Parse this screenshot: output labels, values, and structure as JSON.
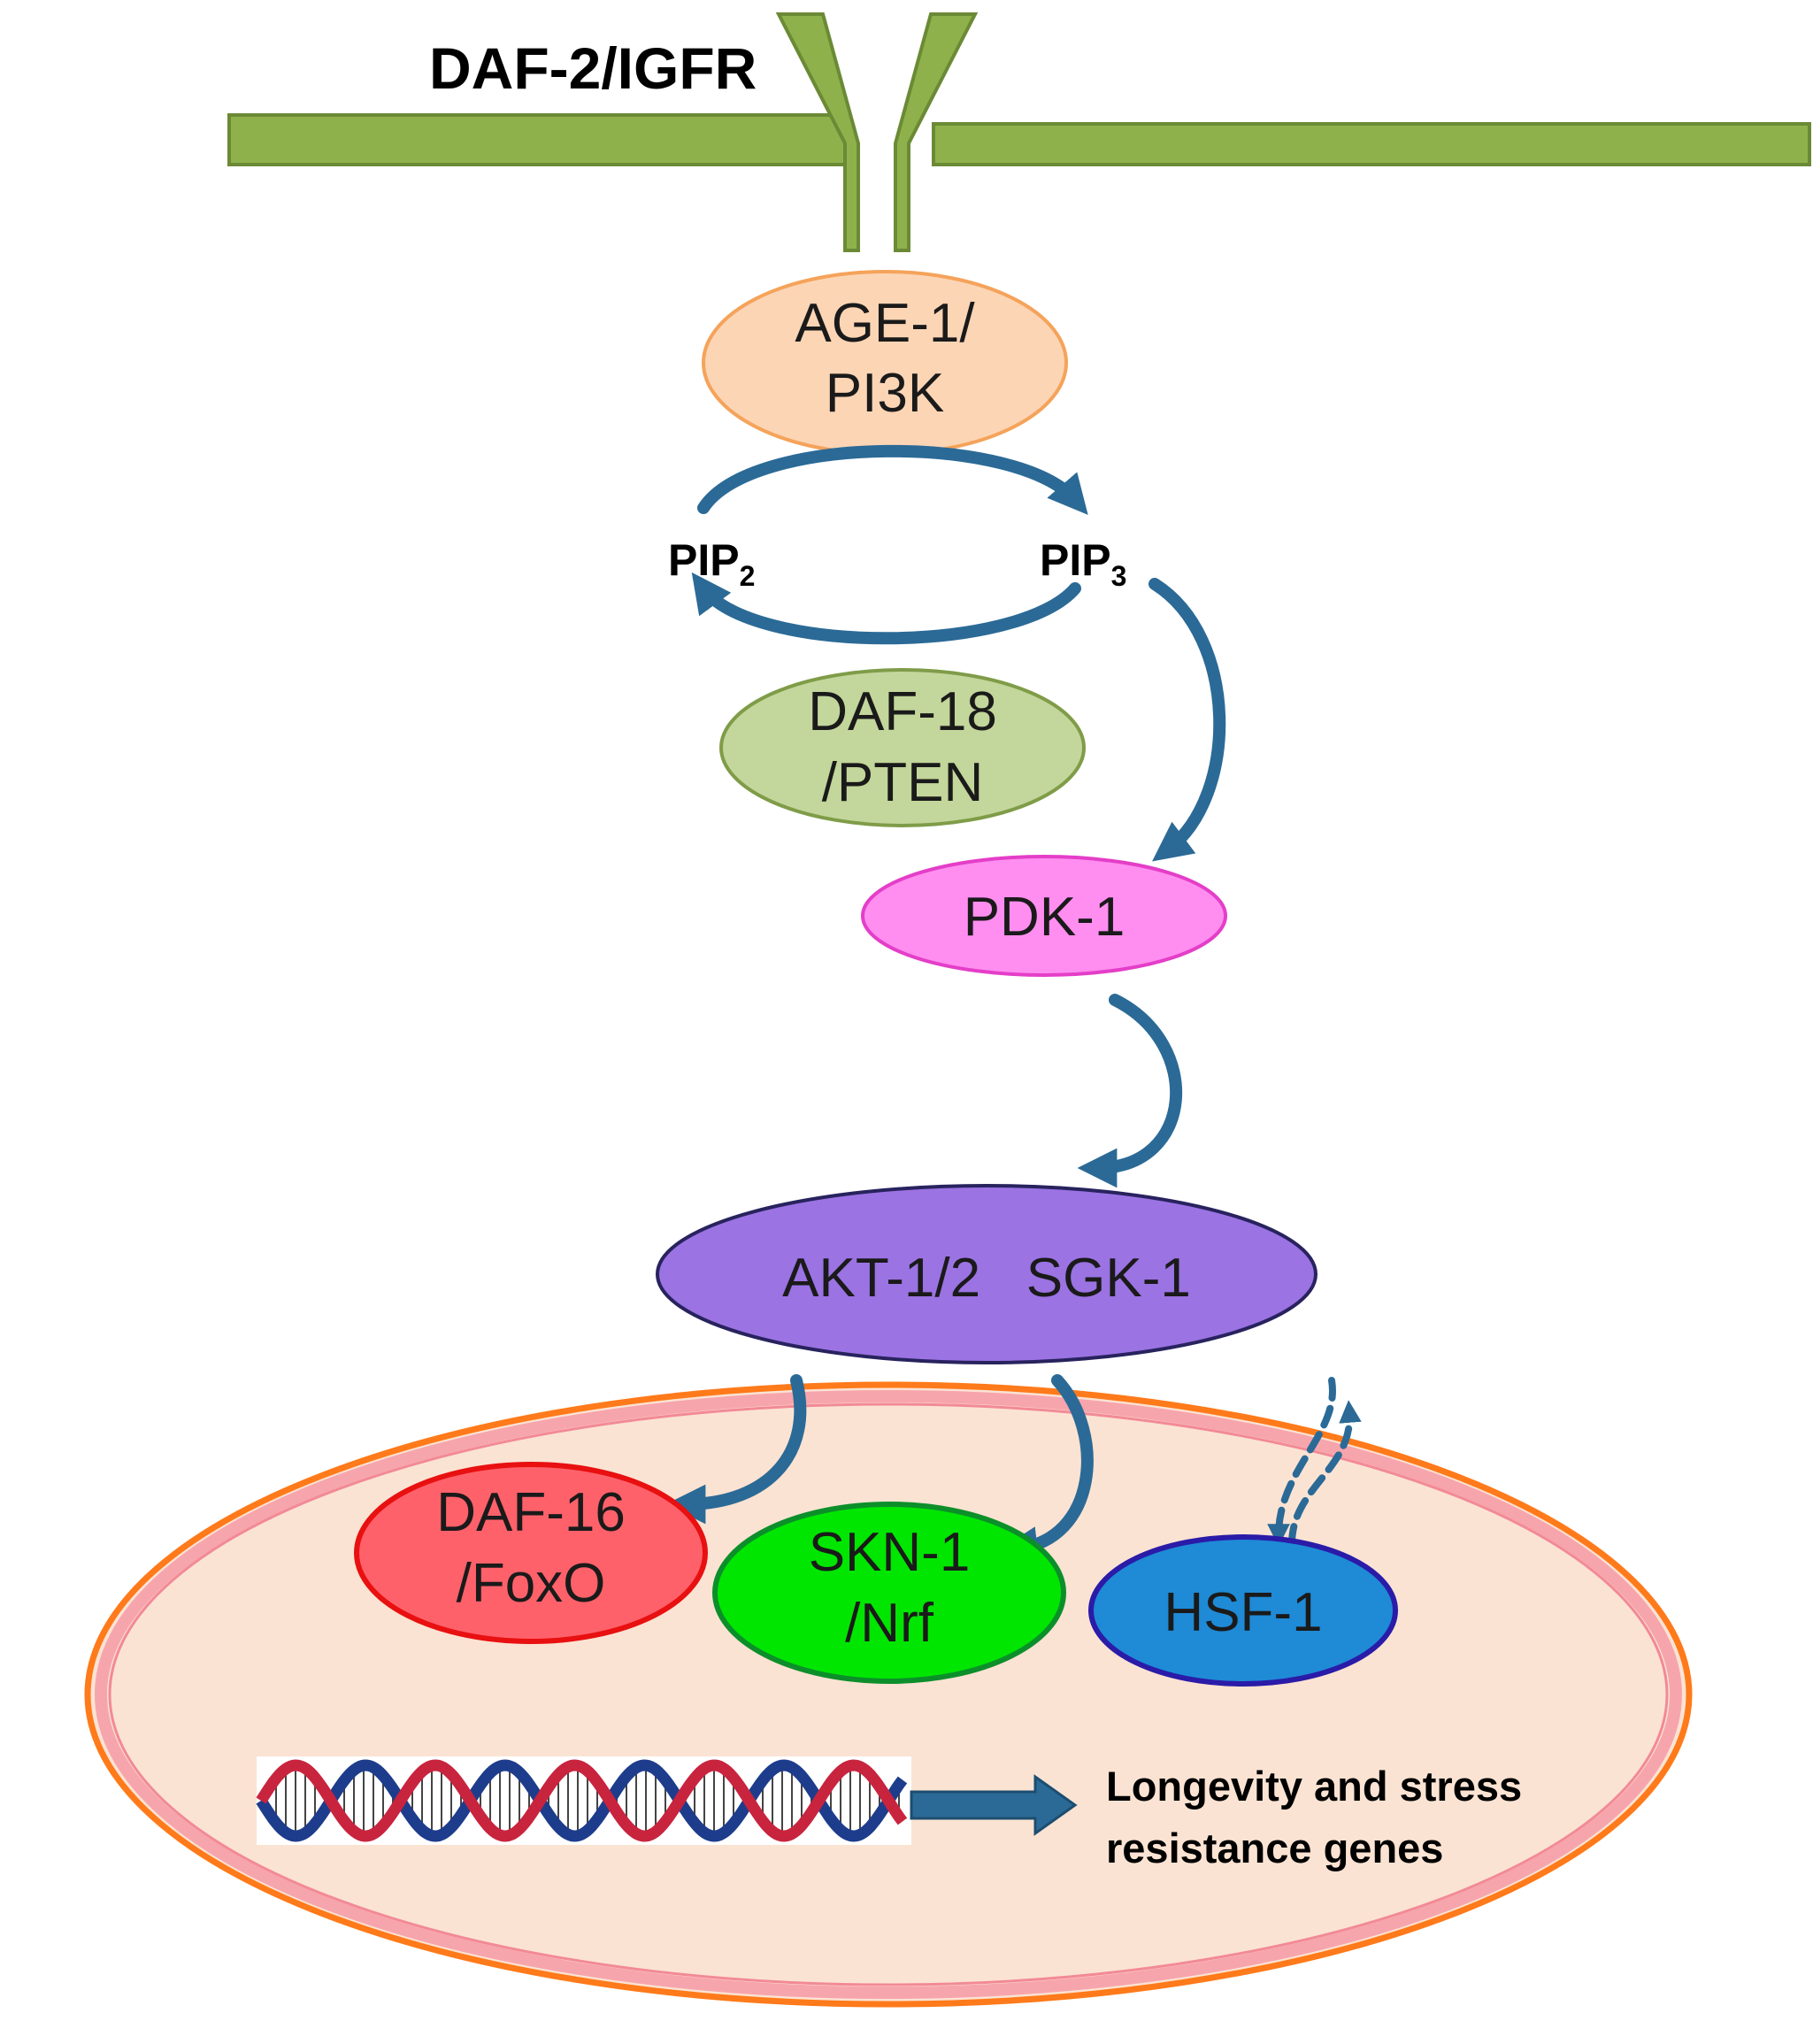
{
  "receptor": {
    "label": "DAF-2/IGFR"
  },
  "nodes": {
    "age1": {
      "line1": "AGE-1/",
      "line2": "PI3K"
    },
    "daf18": {
      "line1": "DAF-18",
      "line2": "/PTEN"
    },
    "pdk1": {
      "label": "PDK-1"
    },
    "akt": {
      "label": "AKT-1/2   SGK-1"
    },
    "daf16": {
      "line1": "DAF-16",
      "line2": "/FoxO"
    },
    "skn1": {
      "line1": "SKN-1",
      "line2": "/Nrf"
    },
    "hsf1": {
      "label": "HSF-1"
    }
  },
  "lipids": {
    "pip2": {
      "base": "PIP",
      "sub": "2"
    },
    "pip3": {
      "base": "PIP",
      "sub": "3"
    }
  },
  "output": {
    "line1": "Longevity and stress",
    "line2": "resistance genes"
  },
  "colors": {
    "membrane": "#8fb14c",
    "arrow": "#2b6a96",
    "age1_fill": "#fcd5b5",
    "daf18_fill": "#c3d69b",
    "pdk1_fill": "#ff8ef0",
    "akt_fill": "#9b73e3",
    "daf16_fill": "#ff616a",
    "skn1_fill": "#00e600",
    "hsf1_fill": "#1f8ad6",
    "nucleus_fill": "#fbe3d3",
    "nucleus_outer": "#ff7a1a",
    "nucleus_inner": "#f28a96"
  }
}
